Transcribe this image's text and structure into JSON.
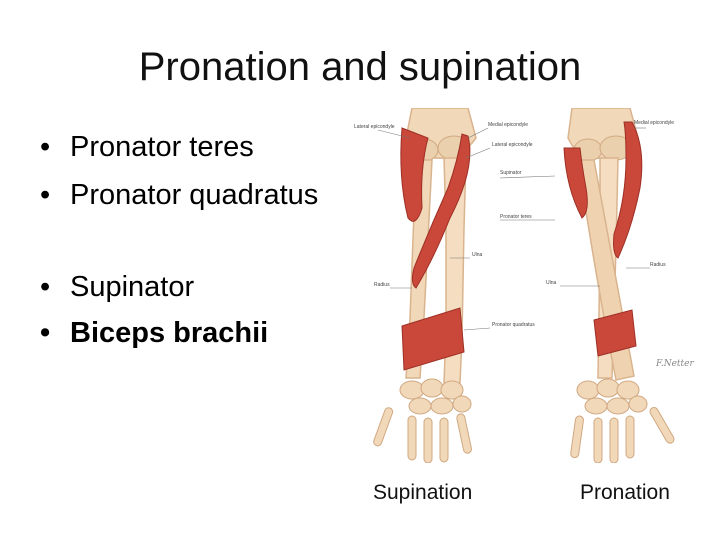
{
  "slide": {
    "title": "Pronation and supination",
    "bullets": [
      {
        "text": "Pronator teres",
        "bold": false
      },
      {
        "text": "Pronator quadratus",
        "bold": false
      },
      {
        "text": "Supinator",
        "bold": false
      },
      {
        "text": "Biceps brachii",
        "bold": true
      }
    ],
    "bullet_glyph": "•"
  },
  "figure": {
    "left_labels": {
      "lateral_epicondyle": "Lateral epicondyle",
      "medial_epicondyle": "Medial epicondyle",
      "lateral_epicondyle_2": "Lateral epicondyle",
      "supinator": "Supinator",
      "pronator_teres": "Pronator teres",
      "ulna": "Ulna",
      "radius": "Radius",
      "pronator_quadratus": "Pronator quadratus"
    },
    "right_labels": {
      "medial_epicondyle": "Medial epicondyle",
      "radius": "Radius",
      "ulna": "Ulna"
    },
    "signature": "F.Netter"
  },
  "captions": {
    "supination": "Supination",
    "pronation": "Pronation"
  },
  "colors": {
    "bone": "#f1d8b8",
    "bone_shade": "#d9b48e",
    "muscle": "#c9483a",
    "muscle_dark": "#9e2f25",
    "leader": "#777777"
  }
}
